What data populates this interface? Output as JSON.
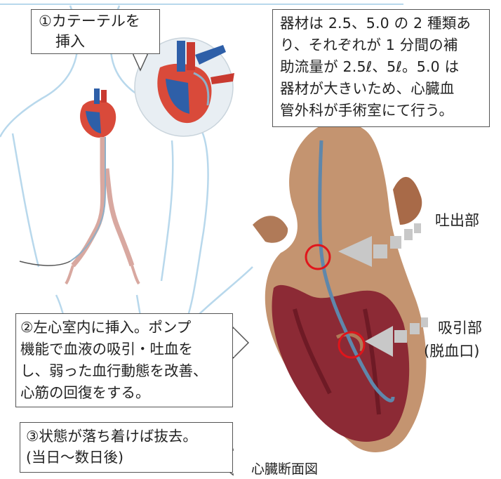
{
  "callouts": {
    "step1": {
      "line1": "①カテーテルを",
      "line2": "挿入"
    },
    "equipment": {
      "line1": "器材は 2.5、5.0 の 2 種類あ",
      "line2": "り、それぞれが 1 分間の補",
      "line3": "助流量が 2.5ℓ、5ℓ。5.0 は",
      "line4": "器材が大きいため、心臓血",
      "line5": "管外科が手術室にて行う。"
    },
    "step2": {
      "line1": "②左心室内に挿入。ポンプ",
      "line2": "機能で血液の吸引・吐血を",
      "line3": "し、弱った血行動態を改善、",
      "line4": "心筋の回復をする。"
    },
    "step3": {
      "line1": "③状態が落ち着けば抜去。",
      "line2": "(当日〜数日後)"
    }
  },
  "labels": {
    "outlet": "吐出部",
    "inlet_line1": "吸引部",
    "inlet_line2": "(脱血口)",
    "caption": "心臓断面図"
  },
  "colors": {
    "body_outline": "#b8d8ec",
    "catheter": "#8fb0c8",
    "marker_ring": "#e0151b",
    "arrow": "#c8c8c8",
    "heart_muscle": "#8c2a35",
    "heart_exterior": "#c49470"
  }
}
